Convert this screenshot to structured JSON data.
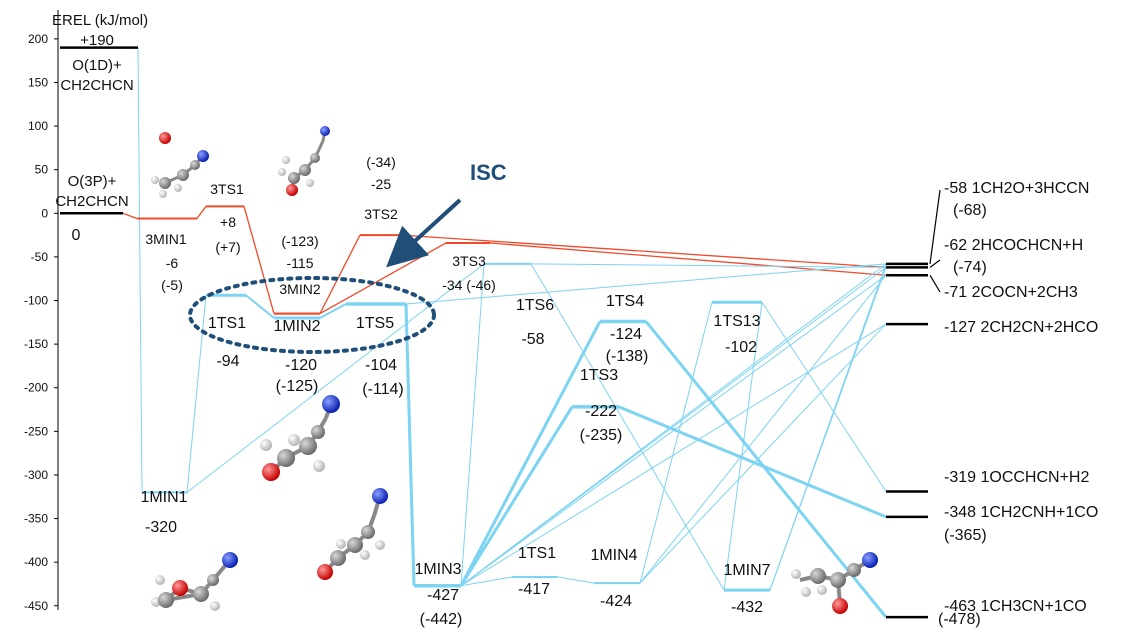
{
  "axis": {
    "label": "EREL (kJ/mol)",
    "ticks": [
      200,
      150,
      100,
      50,
      0,
      -50,
      -100,
      -150,
      -200,
      -250,
      -300,
      -350,
      -400,
      -450
    ]
  },
  "colors": {
    "singlet": "#7cd3f2",
    "triplet": "#f04a2a",
    "level": "#000000",
    "isc_arrow": "#1f4e79",
    "isc_text": "#1f4e79"
  },
  "isc_label": "ISC",
  "levels": [
    {
      "id": "O1D",
      "energy": 190,
      "labels": [
        "+190",
        "O(1D)+",
        "CH2CHCN"
      ]
    },
    {
      "id": "O3P",
      "energy": 0,
      "labels": [
        "O(3P)+",
        "CH2CHCN",
        "0"
      ]
    },
    {
      "id": "3MIN1",
      "energy": -6,
      "labels": [
        "3MIN1",
        "-6",
        "(-5)"
      ]
    },
    {
      "id": "3TS1",
      "energy": 8,
      "labels": [
        "3TS1",
        "+8",
        "(+7)"
      ]
    },
    {
      "id": "3MIN2",
      "energy": -115,
      "labels": [
        "(-123)",
        "-115",
        "3MIN2"
      ]
    },
    {
      "id": "3TS2",
      "energy": -25,
      "labels": [
        "(-34)",
        "-25",
        "3TS2"
      ]
    },
    {
      "id": "3TS3",
      "energy": -34,
      "labels": [
        "3TS3",
        "-34 (-46)"
      ]
    },
    {
      "id": "1MIN1",
      "energy": -320,
      "labels": [
        "1MIN1",
        "-320"
      ]
    },
    {
      "id": "1TS1a",
      "energy": -94,
      "labels": [
        "1TS1",
        "-94"
      ]
    },
    {
      "id": "1MIN2",
      "energy": -120,
      "labels": [
        "1MIN2",
        "-120",
        "(-125)"
      ]
    },
    {
      "id": "1TS5",
      "energy": -104,
      "labels": [
        "1TS5",
        "-104",
        "(-114)"
      ]
    },
    {
      "id": "1TS6",
      "energy": -58,
      "labels": [
        "1TS6",
        "-58"
      ]
    },
    {
      "id": "1MIN3",
      "energy": -427,
      "labels": [
        "1MIN3",
        "-427",
        "(-442)"
      ]
    },
    {
      "id": "1TS1b",
      "energy": -417,
      "labels": [
        "1TS1",
        "-417"
      ]
    },
    {
      "id": "1MIN4",
      "energy": -424,
      "labels": [
        "1MIN4",
        "-424"
      ]
    },
    {
      "id": "1TS4",
      "energy": -124,
      "labels": [
        "1TS4",
        "-124",
        "(-138)"
      ]
    },
    {
      "id": "1TS3",
      "energy": -222,
      "labels": [
        "1TS3",
        "-222",
        "(-235)"
      ]
    },
    {
      "id": "1TS13",
      "energy": -102,
      "labels": [
        "1TS13",
        "-102"
      ]
    },
    {
      "id": "1MIN7",
      "energy": -432,
      "labels": [
        "1MIN7",
        "-432"
      ]
    },
    {
      "id": "P_CH2O",
      "energy": -58,
      "labels": [
        "-58 1CH2O+3HCCN",
        "(-68)"
      ]
    },
    {
      "id": "P_HCOCHCN",
      "energy": -62,
      "labels": [
        "-62 2HCOCHCN+H",
        "(-74)"
      ]
    },
    {
      "id": "P_COCN",
      "energy": -71,
      "labels": [
        "-71 2COCN+2CH3"
      ]
    },
    {
      "id": "P_CH2CN",
      "energy": -127,
      "labels": [
        "-127 2CH2CN+2HCO"
      ]
    },
    {
      "id": "P_OCCHCN",
      "energy": -319,
      "labels": [
        "-319 1OCCHCN+H2"
      ]
    },
    {
      "id": "P_CH2CNH",
      "energy": -348,
      "labels": [
        "-348 1CH2CNH+1CO",
        "(-365)"
      ]
    },
    {
      "id": "P_CH3CN",
      "energy": -463,
      "labels": [
        "-463 1CH3CN+1CO",
        "(-478)"
      ]
    }
  ]
}
